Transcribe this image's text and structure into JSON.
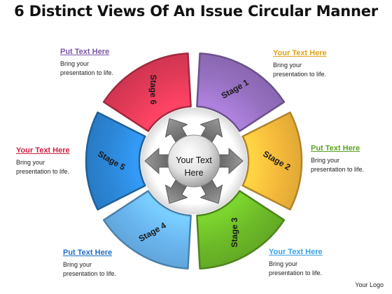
{
  "title": "6 Distinct Views Of An Issue Circular Manner",
  "center": {
    "line1": "Your Text",
    "line2": "Here"
  },
  "stages": [
    {
      "label": "Stage 1",
      "color": "#9670c0"
    },
    {
      "label": "Stage 2",
      "color": "#f4b83a"
    },
    {
      "label": "Stage 3",
      "color": "#6cb928"
    },
    {
      "label": "Stage 4",
      "color": "#69b4ee"
    },
    {
      "label": "Stage 5",
      "color": "#2c86d6"
    },
    {
      "label": "Stage 6",
      "color": "#e23a58"
    }
  ],
  "callouts": [
    {
      "heading": "Put Text Here",
      "body": "Bring your\npresentation to life.",
      "color": "#7a55a8"
    },
    {
      "heading": "Your Text Here",
      "body": "Bring your\npresentation to life.",
      "color": "#e0a21a"
    },
    {
      "heading": "Put Text Here",
      "body": "Bring your\npresentation to life.",
      "color": "#5ea325"
    },
    {
      "heading": "Your Text Here",
      "body": "Bring your\npresentation to life.",
      "color": "#d21f45"
    },
    {
      "heading": "Put Text Here",
      "body": "Bring your\npresentation to life.",
      "color": "#1f6fc2"
    },
    {
      "heading": "Your Text Here",
      "body": "Bring your\npresentation to life.",
      "color": "#3aa0e6"
    }
  ],
  "logo": "Your Logo"
}
